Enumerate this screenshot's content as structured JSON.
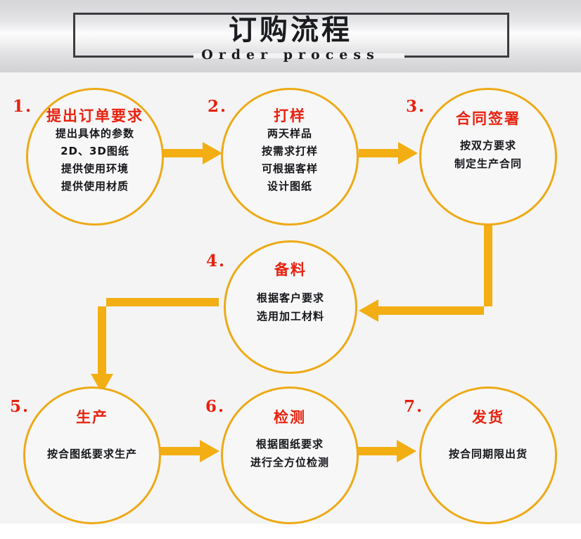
{
  "header": {
    "title_cn": "订购流程",
    "title_en": "Order process"
  },
  "colors": {
    "accent_gold": "#EDAA17",
    "arrow_gold": "#F2AE12",
    "title_red": "#E8220F",
    "body_text": "#15161A",
    "frame_dark": "#3A3C40",
    "board_bg": "#F4F4F4"
  },
  "chart_data": {
    "type": "flowchart",
    "title": "订购流程",
    "subtitle": "Order process",
    "node_shape": "circle",
    "layout": "3-1-3 serpentine grid",
    "steps": [
      {
        "number": "1.",
        "title": "提出订单要求",
        "lines": [
          "提出具体的参数",
          "2D、3D图纸",
          "提供使用环境",
          "提供使用材质"
        ]
      },
      {
        "number": "2.",
        "title": "打样",
        "lines": [
          "两天样品",
          "按需求打样",
          "可根据客样",
          "设计图纸"
        ]
      },
      {
        "number": "3.",
        "title": "合同签署",
        "lines": [
          "按双方要求",
          "制定生产合同"
        ]
      },
      {
        "number": "4.",
        "title": "备料",
        "lines": [
          "根据客户要求",
          "选用加工材料"
        ]
      },
      {
        "number": "5.",
        "title": "生产",
        "lines": [
          "按合图纸要求生产"
        ]
      },
      {
        "number": "6.",
        "title": "检测",
        "lines": [
          "根据图纸要求",
          "进行全方位检测"
        ]
      },
      {
        "number": "7.",
        "title": "发货",
        "lines": [
          "按合同期限出货"
        ]
      }
    ],
    "connectors": [
      {
        "from": "1",
        "to": "2",
        "kind": "straight-right"
      },
      {
        "from": "2",
        "to": "3",
        "kind": "straight-right"
      },
      {
        "from": "3",
        "to": "4",
        "kind": "elbow-down-left"
      },
      {
        "from": "4",
        "to": "5",
        "kind": "elbow-left-down"
      },
      {
        "from": "5",
        "to": "6",
        "kind": "straight-right"
      },
      {
        "from": "6",
        "to": "7",
        "kind": "straight-right"
      }
    ]
  }
}
